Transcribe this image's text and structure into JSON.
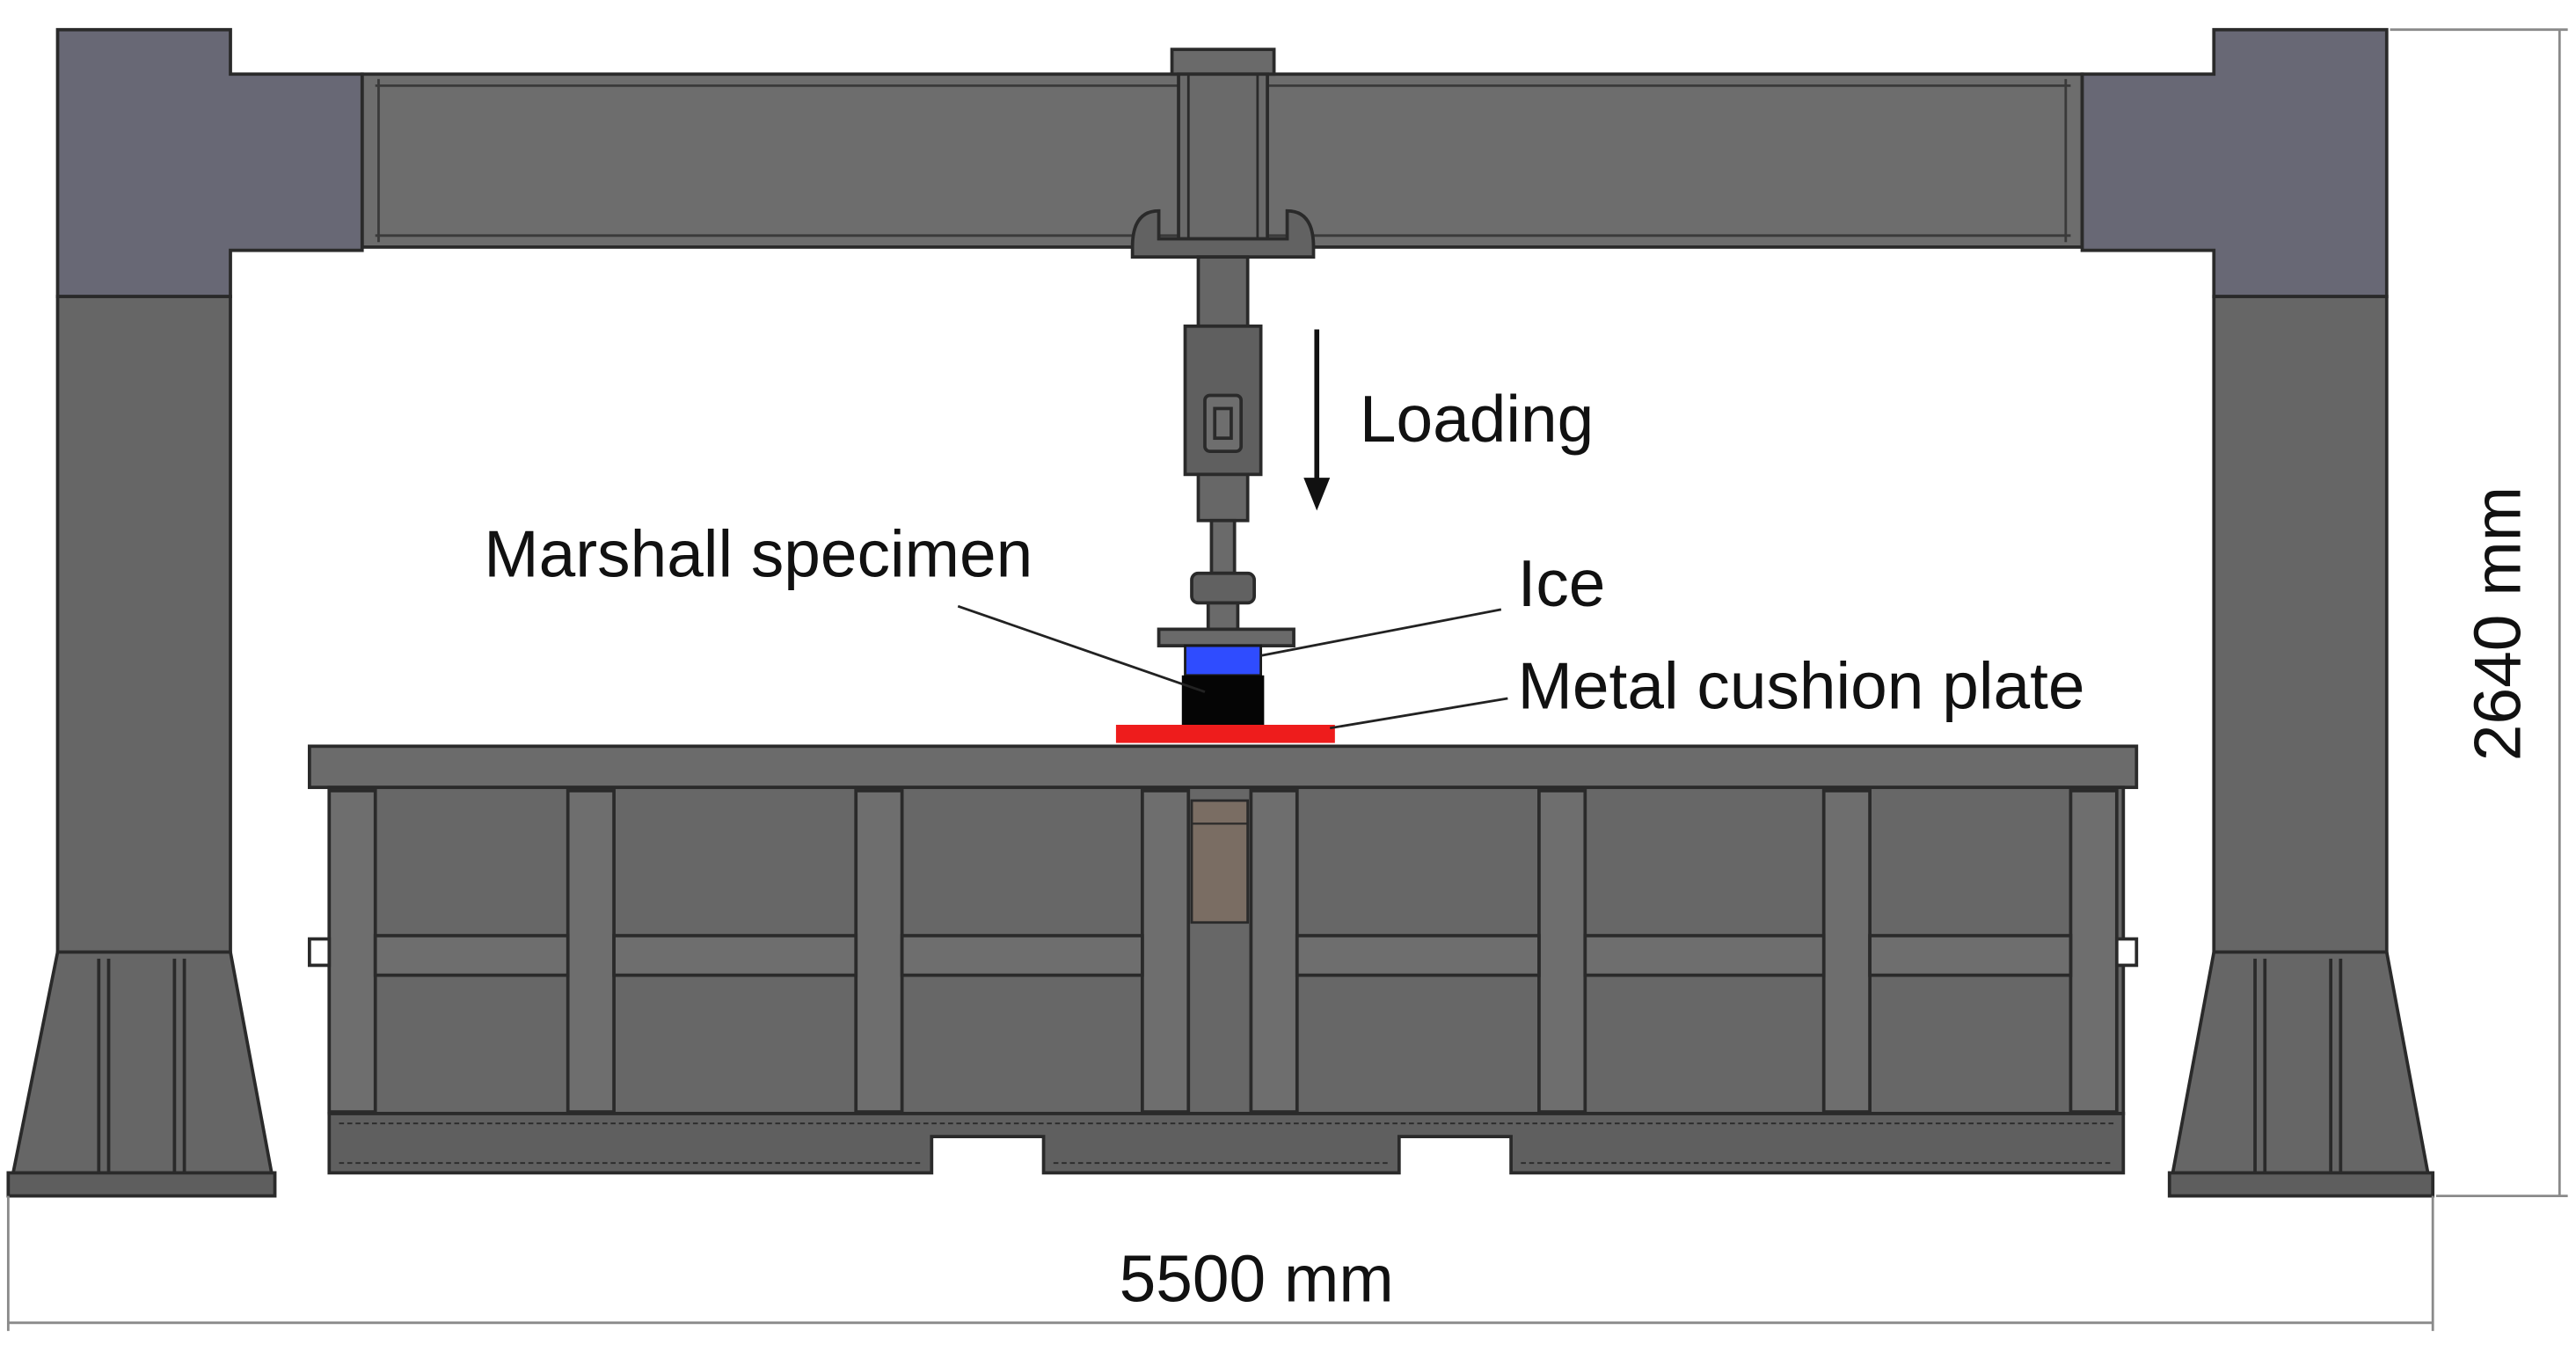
{
  "labels": {
    "loading": "Loading",
    "marshall_specimen": "Marshall specimen",
    "ice": "Ice",
    "metal_cushion_plate": "Metal cushion plate",
    "height_dimension": "2640 mm",
    "width_dimension": "5500 mm"
  },
  "colors": {
    "frame": "#6b6b76",
    "frame_outline": "#2a2a2a",
    "steel": "#6a6a6a",
    "steel_dark": "#4e4e4e",
    "ice": "#2f4cff",
    "specimen": "#050505",
    "cushion_plate": "#ee1c1c",
    "window": "#7a6d63",
    "dimension_line": "#8a8a8a",
    "text": "#111111"
  }
}
